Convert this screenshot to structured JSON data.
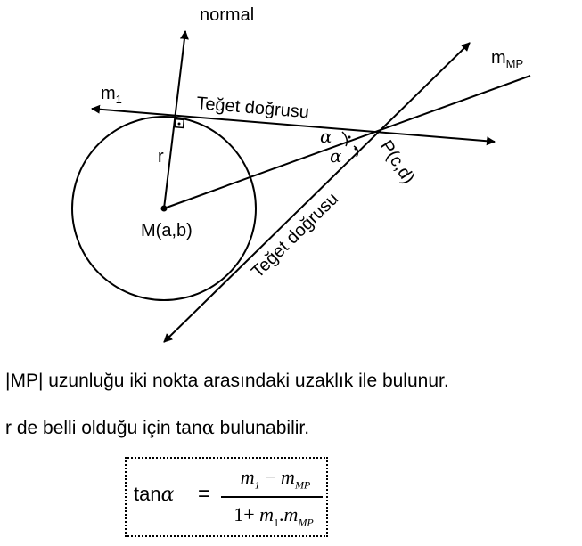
{
  "figure": {
    "normal_label": "normal",
    "m1_label": "m",
    "m1_sub": "1",
    "mmp_label": "m",
    "mmp_sub": "MP",
    "tangent_label_top": "Teğet doğrusu",
    "tangent_label_slant": "Teğet doğrusu",
    "radius_label": "r",
    "center_label": "M(a,b)",
    "point_label": "P(c,d)",
    "alpha_upper": "α",
    "alpha_lower": "α"
  },
  "text": {
    "line1": "|MP| uzunluğu iki nokta arasındaki uzaklık ile bulunur.",
    "line2_prefix": "r de belli olduğu için tan",
    "line2_alpha": "α",
    "line2_suffix": " bulunabilir."
  },
  "formula": {
    "lhs": "tan",
    "alpha": "α",
    "eq": "=",
    "num_m1": "m",
    "num_m1_sub": "1",
    "num_minus": " − ",
    "num_mmp": "m",
    "num_mmp_sub": "MP",
    "den_one": "1+ ",
    "den_m1": "m",
    "den_m1_sub": "1",
    "den_dot": ".",
    "den_mmp": "m",
    "den_mmp_sub": "MP"
  }
}
